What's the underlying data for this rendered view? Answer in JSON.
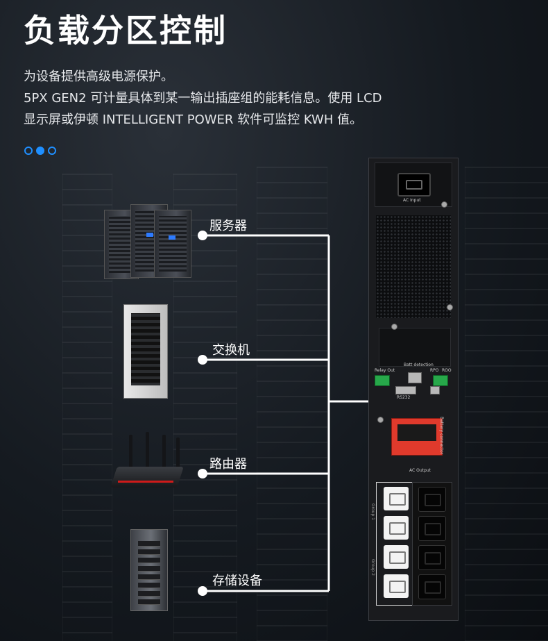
{
  "header": {
    "title": "负载分区控制",
    "description_lines": [
      "为设备提供高级电源保护。",
      "5PX GEN2 可计量具体到某一输出插座组的能耗信息。使用 LCD",
      "显示屏或伊顿 INTELLIGENT POWER 软件可监控 KWH 值。"
    ]
  },
  "carousel": {
    "count": 3,
    "active_index": 1,
    "accent_color": "#1f8fff"
  },
  "devices": [
    {
      "label": "服务器",
      "icon": "server-rack-icon"
    },
    {
      "label": "交换机",
      "icon": "network-switch-icon"
    },
    {
      "label": "路由器",
      "icon": "wifi-router-icon"
    },
    {
      "label": "存储设备",
      "icon": "storage-tower-icon"
    }
  ],
  "ups": {
    "labels": {
      "ac_input": "AC Input",
      "relay_out": "Relay Out",
      "batt_detection": "Batt detection",
      "rpo": "RPO",
      "roo": "ROO",
      "rs232": "RS232",
      "battery_connector": "Battery connector",
      "ac_output": "AC Output",
      "group1": "Group 1",
      "group2": "Group 2"
    },
    "colors": {
      "terminal": "#27a84a",
      "battery_connector": "#e03a2c"
    }
  }
}
